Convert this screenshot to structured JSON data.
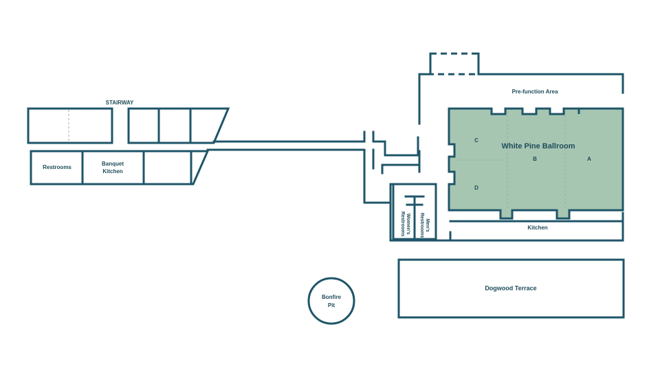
{
  "colors": {
    "wall": "#1f5568",
    "ballroom_fill": "#a7c6b2",
    "label": "#1f4c5a",
    "background": "#ffffff"
  },
  "labels": {
    "stairway": "STAIRWAY",
    "restrooms": "Restrooms",
    "banquet_line1": "Banquet",
    "banquet_line2": "Kitchen",
    "prefunction": "Pre-function Area",
    "ballroom": "White Pine Ballroom",
    "section_a": "A",
    "section_b": "B",
    "section_c": "C",
    "section_d": "D",
    "womens_line1": "Women's",
    "womens_line2": "Restrooms",
    "mens_line1": "Men's",
    "mens_line2": "Restrooms",
    "kitchen": "Kitchen",
    "terrace": "Dogwood Terrace",
    "bonfire_line1": "Bonfire",
    "bonfire_line2": "Pit"
  }
}
